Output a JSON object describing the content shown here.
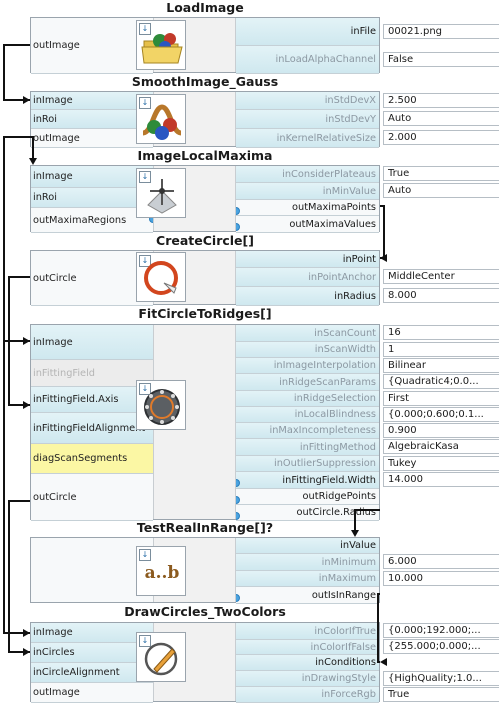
{
  "blocks": [
    {
      "title": "LoadImage",
      "inputs": [
        {
          "label": "outImage",
          "style": "white"
        }
      ],
      "params": [
        {
          "label": "inFile",
          "style": "cyan",
          "dim": false,
          "value": "00021.png"
        },
        {
          "label": "inLoadAlphaChannel",
          "style": "cyan",
          "dim": true,
          "value": "False"
        }
      ],
      "icon": "folder-icon"
    },
    {
      "title": "SmoothImage_Gauss",
      "inputs": [
        {
          "label": "inImage",
          "style": "cyan"
        },
        {
          "label": "inRoi",
          "style": "cyan"
        },
        {
          "label": "outImage",
          "style": "white"
        }
      ],
      "params": [
        {
          "label": "inStdDevX",
          "style": "cyan",
          "dim": true,
          "value": "2.500"
        },
        {
          "label": "inStdDevY",
          "style": "cyan",
          "dim": true,
          "value": "Auto"
        },
        {
          "label": "inKernelRelativeSize",
          "style": "cyan",
          "dim": true,
          "value": "2.000"
        }
      ],
      "icon": "gauss-icon"
    },
    {
      "title": "ImageLocalMaxima",
      "inputs": [
        {
          "label": "inImage",
          "style": "cyan"
        },
        {
          "label": "inRoi",
          "style": "cyan"
        },
        {
          "label": "outMaximaRegions",
          "style": "white"
        }
      ],
      "params": [
        {
          "label": "inConsiderPlateaus",
          "style": "cyan",
          "dim": true,
          "value": "True"
        },
        {
          "label": "inMinValue",
          "style": "cyan",
          "dim": true,
          "value": "Auto"
        },
        {
          "label": "outMaximaPoints",
          "style": "white",
          "dim": false,
          "value": ""
        },
        {
          "label": "outMaximaValues",
          "style": "white",
          "dim": false,
          "value": ""
        }
      ],
      "icon": "local-maxima-icon"
    },
    {
      "title": "CreateCircle[]",
      "inputs": [
        {
          "label": "outCircle",
          "style": "white"
        }
      ],
      "params": [
        {
          "label": "inPoint",
          "style": "cyan",
          "dim": false,
          "value": ""
        },
        {
          "label": "inPointAnchor",
          "style": "cyan",
          "dim": true,
          "value": "MiddleCenter"
        },
        {
          "label": "inRadius",
          "style": "cyan",
          "dim": false,
          "value": "8.000"
        }
      ],
      "icon": "create-circle-icon"
    },
    {
      "title": "FitCircleToRidges[]",
      "inputs": [
        {
          "label": "inImage",
          "style": "cyan"
        },
        {
          "label": "inFittingField",
          "style": "grey"
        },
        {
          "label": "inFittingField.Axis",
          "style": "cyan"
        },
        {
          "label": "inFittingFieldAlignment",
          "style": "cyan"
        },
        {
          "label": "diagScanSegments",
          "style": "yellow"
        },
        {
          "label": "outCircle",
          "style": "white"
        }
      ],
      "params": [
        {
          "label": "inScanCount",
          "style": "cyan",
          "dim": true,
          "value": "16"
        },
        {
          "label": "inScanWidth",
          "style": "cyan",
          "dim": true,
          "value": "1"
        },
        {
          "label": "inImageInterpolation",
          "style": "cyan",
          "dim": true,
          "value": "Bilinear"
        },
        {
          "label": "inRidgeScanParams",
          "style": "cyan",
          "dim": true,
          "value": "{Quadratic4;0.0..."
        },
        {
          "label": "inRidgeSelection",
          "style": "cyan",
          "dim": true,
          "value": "First"
        },
        {
          "label": "inLocalBlindness",
          "style": "cyan",
          "dim": true,
          "value": "{0.000;0.600;0.1..."
        },
        {
          "label": "inMaxIncompleteness",
          "style": "cyan",
          "dim": true,
          "value": "0.900"
        },
        {
          "label": "inFittingMethod",
          "style": "cyan",
          "dim": true,
          "value": "AlgebraicKasa"
        },
        {
          "label": "inOutlierSuppression",
          "style": "cyan",
          "dim": true,
          "value": "Tukey"
        },
        {
          "label": "inFittingField.Width",
          "style": "cyan",
          "dim": false,
          "value": "14.000"
        },
        {
          "label": "outRidgePoints",
          "style": "white",
          "dim": false,
          "value": ""
        },
        {
          "label": "outCircle.Radius",
          "style": "white",
          "dim": false,
          "value": ""
        }
      ],
      "icon": "fit-circle-icon"
    },
    {
      "title": "TestRealInRange[]?",
      "inputs": [],
      "params": [
        {
          "label": "inValue",
          "style": "cyan",
          "dim": false,
          "value": ""
        },
        {
          "label": "inMinimum",
          "style": "cyan",
          "dim": true,
          "value": "6.000"
        },
        {
          "label": "inMaximum",
          "style": "cyan",
          "dim": true,
          "value": "10.000"
        },
        {
          "label": "outIsInRange",
          "style": "white",
          "dim": false,
          "value": ""
        }
      ],
      "icon": "range-icon",
      "icon_text": "a..b"
    },
    {
      "title": "DrawCircles_TwoColors",
      "inputs": [
        {
          "label": "inImage",
          "style": "cyan"
        },
        {
          "label": "inCircles",
          "style": "cyan"
        },
        {
          "label": "inCircleAlignment",
          "style": "cyan"
        },
        {
          "label": "outImage",
          "style": "white"
        }
      ],
      "params": [
        {
          "label": "inColorIfTrue",
          "style": "cyan",
          "dim": true,
          "value": "{0.000;192.000;..."
        },
        {
          "label": "inColorIfFalse",
          "style": "cyan",
          "dim": true,
          "value": "{255.000;0.000;..."
        },
        {
          "label": "inConditions",
          "style": "cyan",
          "dim": false,
          "value": ""
        },
        {
          "label": "inDrawingStyle",
          "style": "cyan",
          "dim": true,
          "value": "{HighQuality;1.0..."
        },
        {
          "label": "inForceRgb",
          "style": "cyan",
          "dim": true,
          "value": "True"
        }
      ],
      "icon": "draw-circles-icon"
    }
  ],
  "colors": {
    "link": "#111111",
    "port_cyan": "#d6edf3",
    "port_yellow": "#fbf7a4",
    "output_dot": "#4aa3e0"
  }
}
